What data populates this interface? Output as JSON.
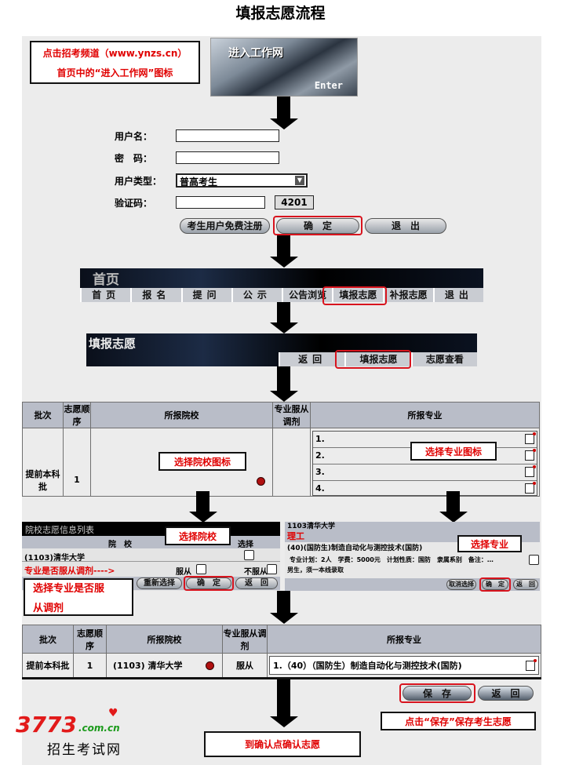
{
  "title": "填报志愿流程",
  "callouts": {
    "step1_line1": "点击招考频道（www.ynzs.cn）",
    "step1_line2": "首页中的“进入工作网”图标",
    "select_school_icon": "选择院校图标",
    "select_major_icon": "选择专业图标",
    "select_school": "选择院校",
    "select_major": "选择专业",
    "adjust_line1": "选择专业是否服",
    "adjust_line2": "从调剂",
    "save": "点击“保存”保存考生志愿",
    "confirm": "到确认点确认志愿"
  },
  "enter_banner": {
    "title": "进入工作网",
    "enter": "Enter"
  },
  "login": {
    "username_label": "用户名：",
    "password_label": "密　码：",
    "usertype_label": "用户类型：",
    "usertype_value": "普高考生",
    "captcha_label": "验证码：",
    "captcha_value": "4201",
    "register_btn": "考生用户免费注册",
    "confirm_btn": "确　定",
    "exit_btn": "退　出"
  },
  "nav1": {
    "title": "首页",
    "tabs": [
      "首页",
      "报名",
      "提问",
      "公示",
      "公告浏览",
      "填报志愿",
      "补报志愿",
      "退出"
    ]
  },
  "nav2": {
    "title": "填报志愿",
    "tabs": [
      "返回",
      "填报志愿",
      "志愿查看"
    ]
  },
  "table1": {
    "headers": [
      "批次",
      "志愿顺序",
      "所报院校",
      "专业服从调剂",
      "所报专业"
    ],
    "batch": "提前本科批",
    "order": "1",
    "majors": [
      "1.",
      "2.",
      "3.",
      "4."
    ]
  },
  "school_panel": {
    "title": "院校志愿信息列表",
    "col_school": "院　校",
    "col_select": "选择",
    "school": "(1103)清华大学",
    "adjust_label": "专业是否服从调剂---->",
    "obey": "服从",
    "not_obey": "不服从",
    "reselect": "重新选择",
    "confirm_btn": "确　定",
    "back_btn": "返　回"
  },
  "major_panel": {
    "school": "1103清华大学",
    "category": "理工",
    "major": "(40)(国防生)制造自动化与测控技术(国防)",
    "detail": "专业计划：2人　学费：5000元　计划性质：国防　隶属系别　备注：…",
    "note": "男生，须一本线录取",
    "cancel_btn": "取消选择",
    "confirm_btn": "确　定",
    "back_btn": "返　回"
  },
  "table2": {
    "headers": [
      "批次",
      "志愿顺序",
      "所报院校",
      "专业服从调剂",
      "所报专业"
    ],
    "batch": "提前本科批",
    "order": "1",
    "school": "(1103) 清华大学",
    "adjust": "服从",
    "major": "1.（40）（国防生）制造自动化与测控技术(国防)"
  },
  "bottom_buttons": {
    "save": "保　存",
    "back": "返　回"
  },
  "logo": {
    "number": "3773",
    "domain": ".com.cn",
    "name": "招生考试网"
  }
}
